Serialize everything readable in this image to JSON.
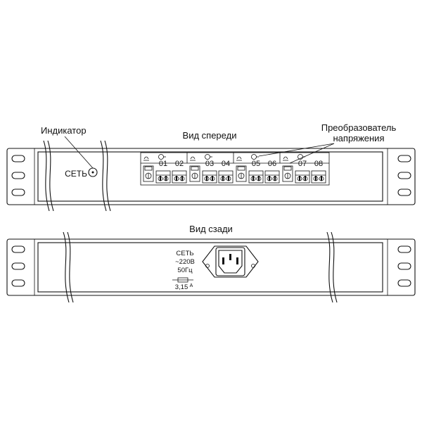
{
  "labels": {
    "indicator": "Индикатор",
    "front_view": "Вид спереди",
    "converter_line1": "Преобразователь",
    "converter_line2": "напряжения",
    "power": "СЕТЬ",
    "rear_view": "Вид сзади",
    "rear_power": "СЕТЬ",
    "rear_voltage": "~220В",
    "rear_freq": "50Гц",
    "fuse": "3,15",
    "fuse_unit": "А"
  },
  "ports": [
    "01",
    "02",
    "03",
    "04",
    "05",
    "06",
    "07",
    "08"
  ]
}
